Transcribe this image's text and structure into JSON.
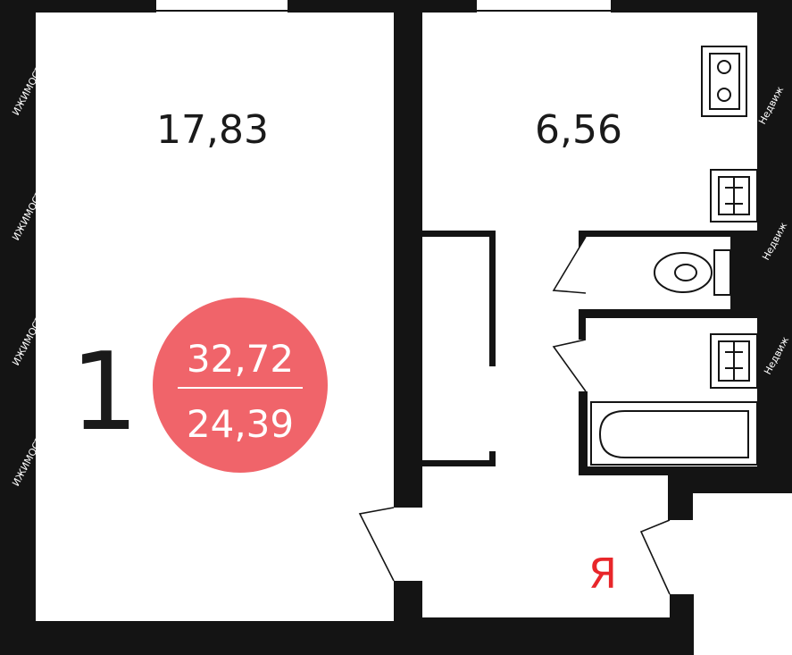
{
  "rooms": {
    "living_area": "17,83",
    "kitchen_area": "6,56"
  },
  "apartment": {
    "room_count": "1",
    "total_area": "32,72",
    "living_area": "24,39"
  },
  "brand": {
    "logo_letter": "Я",
    "watermark_left": "ИЖИМОСТЬ",
    "watermark_right": "Недвиж"
  },
  "colors": {
    "wall": "#141414",
    "badge": "#f0646a",
    "logo": "#e8262a"
  }
}
